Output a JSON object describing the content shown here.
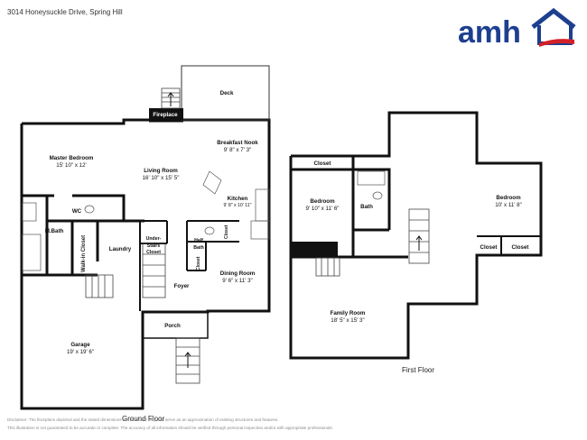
{
  "header": {
    "address": "3014 Honeysuckle Drive, Spring Hill",
    "logo_text": "amh",
    "brand_colors": {
      "blue": "#1d3f8f",
      "red": "#d42027"
    }
  },
  "ground_floor": {
    "title": "Ground Floor",
    "rooms": {
      "deck": {
        "name": "Deck"
      },
      "fireplace": {
        "name": "Fireplace"
      },
      "master_bedroom": {
        "name": "Master Bedroom",
        "dims": "15' 10\" x 12'"
      },
      "living_room": {
        "name": "Living Room",
        "dims": "16' 10\" x 15' 5\""
      },
      "breakfast_nook": {
        "name": "Breakfast Nook",
        "dims": "9' 8\" x 7' 3\""
      },
      "kitchen": {
        "name": "Kitchen",
        "dims": "9' 8\" x 10' 11\""
      },
      "wc": {
        "name": "WC"
      },
      "m_bath": {
        "name": "M.Bath"
      },
      "walk_in_closet": {
        "name": "Walk-in Closet"
      },
      "laundry": {
        "name": "Laundry"
      },
      "under_stairs_closet": {
        "name": "Under-\nStairs\nCloset"
      },
      "half_bath": {
        "name": "Half\nBath"
      },
      "closet_a": {
        "name": "Closet"
      },
      "closet_b": {
        "name": "Closet"
      },
      "foyer": {
        "name": "Foyer"
      },
      "dining_room": {
        "name": "Dining Room",
        "dims": "9' 6\" x 11' 3\""
      },
      "porch": {
        "name": "Porch"
      },
      "garage": {
        "name": "Garage",
        "dims": "19' x 19' 6\""
      }
    }
  },
  "first_floor": {
    "title": "First Floor",
    "rooms": {
      "closet_top": {
        "name": "Closet"
      },
      "bedroom_left": {
        "name": "Bedroom",
        "dims": "9' 10\" x 11' 6\""
      },
      "bath": {
        "name": "Bath"
      },
      "bedroom_right": {
        "name": "Bedroom",
        "dims": "10' x 11' 8\""
      },
      "closet_right_1": {
        "name": "Closet"
      },
      "closet_right_2": {
        "name": "Closet"
      },
      "family_room": {
        "name": "Family Room",
        "dims": "18' 5\" x 15' 3\""
      }
    }
  },
  "disclaimer": {
    "line1": "Disclaimer: The floorplans depicted and the stated dimensions are indicative only and serve as an approximation of existing structures and features.",
    "line2": "This illustration is not guaranteed to be accurate or complete. The accuracy of all information should be verified through personal inspection and/or with appropriate professionals."
  }
}
